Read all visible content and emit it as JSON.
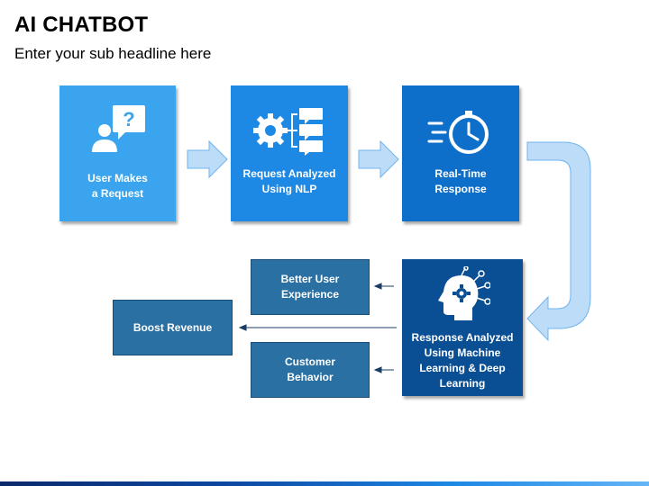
{
  "header": {
    "title": "AI CHATBOT",
    "subtitle": "Enter your sub headline here"
  },
  "flow": {
    "step1": {
      "label_line1": "User Makes",
      "label_line2": "a Request",
      "icon": "user-question-icon"
    },
    "step2": {
      "label_line1": "Request Analyzed",
      "label_line2": "Using NLP",
      "icon": "gear-chat-icon"
    },
    "step3": {
      "label_line1": "Real-Time",
      "label_line2": "Response",
      "icon": "fast-clock-icon"
    },
    "step4": {
      "label_line1": "Response Analyzed",
      "label_line2": "Using Machine",
      "label_line3": "Learning & Deep",
      "label_line4": "Learning",
      "icon": "ai-head-icon"
    }
  },
  "outcomes": {
    "better_ux": {
      "line1": "Better User",
      "line2": "Experience"
    },
    "customer_behavior": {
      "line1": "Customer",
      "line2": "Behavior"
    },
    "boost_revenue": {
      "line1": "Boost Revenue"
    }
  },
  "colors": {
    "step1": "#3aa5ee",
    "step2": "#1e88e5",
    "step3": "#0d6fc9",
    "step4": "#0a4e94",
    "outcome": "#2b70a3",
    "arrow_fill": "#bcdcf8",
    "arrow_stroke": "#6fb4ee"
  }
}
